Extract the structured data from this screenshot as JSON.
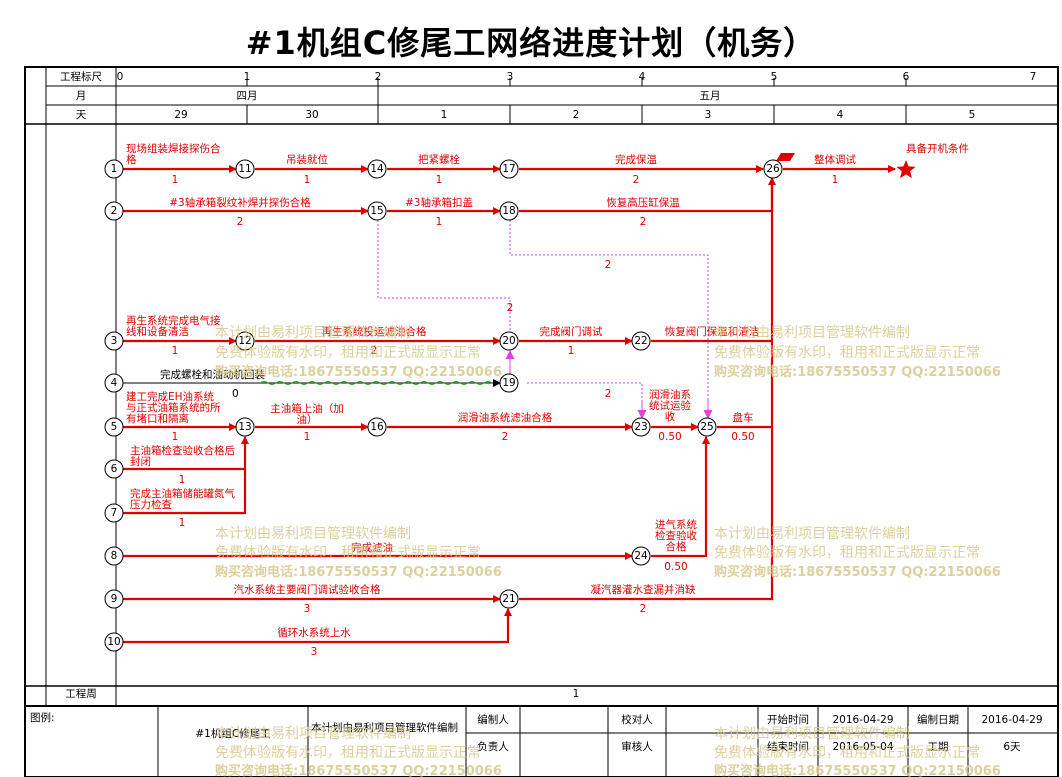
{
  "title": "#1机组C修尾工网络进度计划（机务）",
  "header": {
    "row_scale_label": "工程标尺",
    "scale_ticks": [
      "0",
      "1",
      "2",
      "3",
      "4",
      "5",
      "6",
      "7"
    ],
    "row_month_label": "月",
    "months": [
      "四月",
      "五月"
    ],
    "row_day_label": "天",
    "days": [
      "29",
      "30",
      "1",
      "2",
      "3",
      "4",
      "5"
    ],
    "row_week_label": "工程周",
    "week_value": "1"
  },
  "nodes": [
    "1",
    "2",
    "3",
    "4",
    "5",
    "6",
    "7",
    "8",
    "9",
    "10",
    "11",
    "12",
    "13",
    "14",
    "15",
    "16",
    "17",
    "18",
    "19",
    "20",
    "21",
    "22",
    "23",
    "24",
    "25",
    "26"
  ],
  "activities": {
    "a1_11": {
      "name": "现场组装焊接探伤合格",
      "dur": "1"
    },
    "a11_14": {
      "name": "吊装就位",
      "dur": "1"
    },
    "a14_17": {
      "name": "把紧螺栓",
      "dur": "1"
    },
    "a17_26": {
      "name": "完成保温",
      "dur": "2"
    },
    "a26_end": {
      "name": "整体调试",
      "dur": "1"
    },
    "milestone": "具备开机条件",
    "a2_15": {
      "name": "#3轴承箱裂纹补焊并探伤合格",
      "dur": "2"
    },
    "a15_18": {
      "name": "#3轴承箱扣盖",
      "dur": "1"
    },
    "a18_26": {
      "name": "恢复高压缸保温",
      "dur": "2"
    },
    "dummy_dur": "2",
    "dummy_small": "2",
    "a3_12": {
      "name": "再生系统完成电气接线和设备清洁",
      "dur": "1"
    },
    "a12_20": {
      "name": "再生系统投运滤油合格",
      "dur": "2"
    },
    "a20_22": {
      "name": "完成阀门调试",
      "dur": "1"
    },
    "a22_26": {
      "name": "恢复阀门保温和清洁",
      "dur": ""
    },
    "a4_19": {
      "name": "完成螺栓和油动机回装",
      "dur": "0"
    },
    "a5_13": {
      "name": "建工完成EH油系统与正式油箱系统的所有堵口和隔离",
      "dur": "1"
    },
    "a13_16": {
      "name": "主油箱上油（加油）",
      "dur": "1"
    },
    "a16_23": {
      "name": "润滑油系统滤油合格",
      "dur": "2"
    },
    "a23_25": {
      "name": "润滑油系统试运验收",
      "dur": "0.50"
    },
    "a25_26": {
      "name": "盘车",
      "dur": "0.50"
    },
    "a6_13": {
      "name": "主油箱检查验收合格后封闭",
      "dur": "1"
    },
    "a7_13": {
      "name": "完成主油箱储能罐氮气压力检查",
      "dur": "1"
    },
    "a8_24": {
      "name": "完成滤油",
      "dur": ""
    },
    "a24_25": {
      "name": "进气系统检查验收合格",
      "dur": "0.50"
    },
    "a9_21": {
      "name": "汽水系统主要阀门调试验收合格",
      "dur": "3"
    },
    "a21_26": {
      "name": "凝汽器灌水查漏并消缺",
      "dur": "2"
    },
    "a10_21": {
      "name": "循环水系统上水",
      "dur": "3"
    }
  },
  "footer": {
    "legend_label": "图例:",
    "project_name": "#1机组C修尾工",
    "compiled_by_software": "本计划由易利项目管理软件编制",
    "editor_label": "编制人",
    "reviewer_label": "校对人",
    "owner_label": "负责人",
    "auditor_label": "审核人",
    "start_label": "开始时间",
    "start_value": "2016-04-29",
    "end_label": "结束时间",
    "end_value": "2016-05-04",
    "edit_date_label": "编制日期",
    "edit_date_value": "2016-04-29",
    "duration_label": "工期",
    "duration_value": "6天"
  },
  "watermark": {
    "line1": "本计划由易利项目管理软件编制",
    "line2": "免费体验版有水印，租用和正式版显示正常",
    "line3": "购买咨询电话:18675550537 QQ:22150066"
  },
  "colors": {
    "activity": "#e00000",
    "dummy": "#d040d0",
    "watermark": "#d6c88a"
  }
}
